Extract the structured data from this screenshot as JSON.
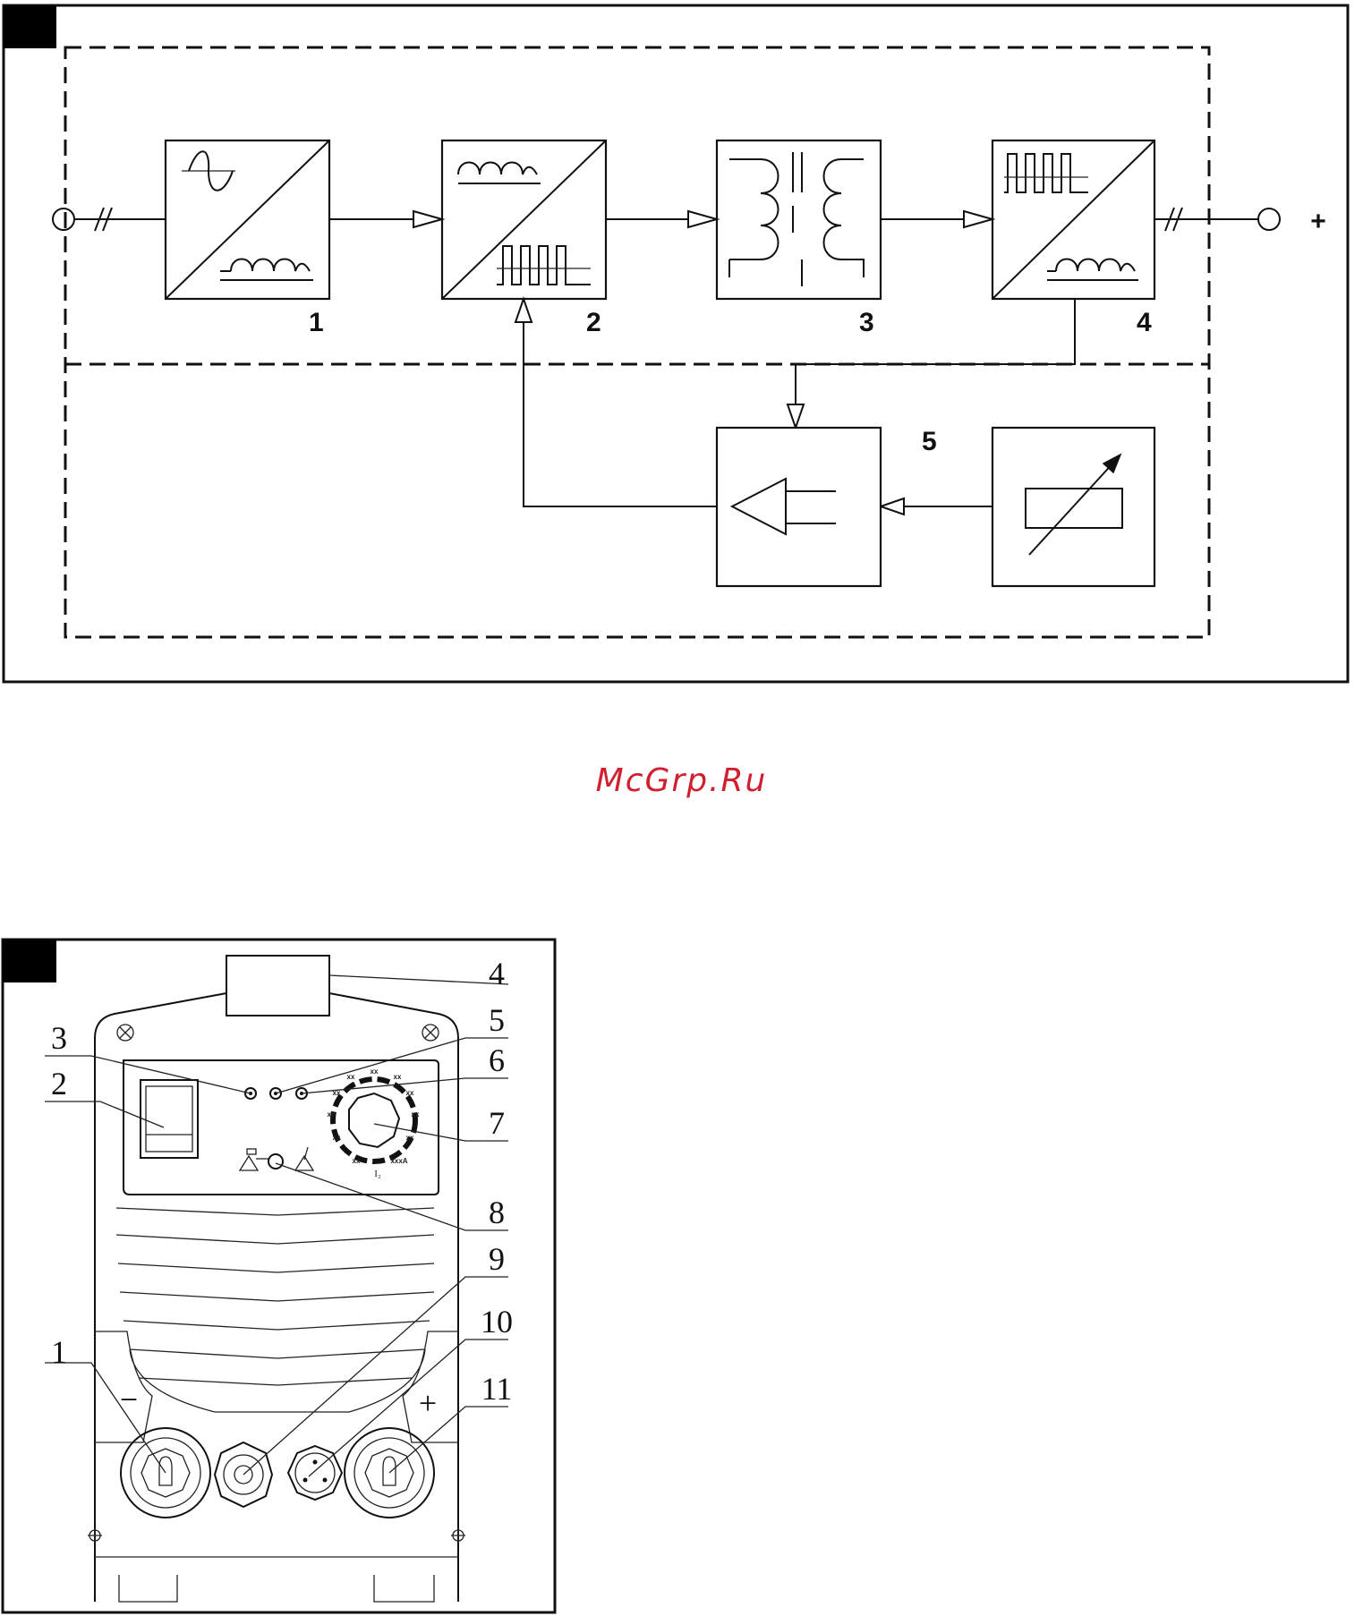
{
  "watermark": {
    "text": "McGrp.Ru",
    "color": "#d0202f"
  },
  "block_diagram": {
    "block_numbers": [
      "1",
      "2",
      "3",
      "4",
      "5"
    ],
    "output_sign": "+"
  },
  "front_panel": {
    "callouts": [
      "1",
      "2",
      "3",
      "4",
      "5",
      "6",
      "7",
      "8",
      "9",
      "10",
      "11"
    ],
    "minus_sign": "−",
    "plus_sign": "+",
    "dial_marks": [
      "xx",
      "xx",
      "xx",
      "xx",
      "xx",
      "xx",
      "xx",
      "xx",
      "xx",
      "xx",
      "xxxA"
    ],
    "dial_label": "I₂"
  }
}
